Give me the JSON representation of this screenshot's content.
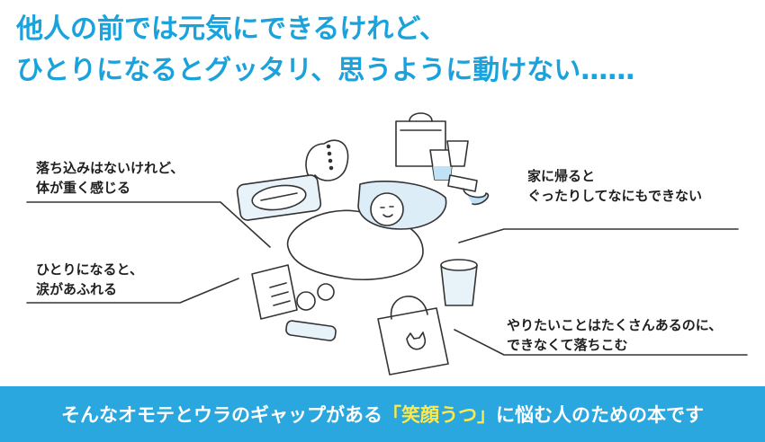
{
  "headline": {
    "line1": "他人の前では元気にできるけれど、",
    "line2": "ひとりになるとグッタリ、思うように動けない……"
  },
  "captions": {
    "top_left": [
      "落ち込みはないけれど、",
      "体が重く感じる"
    ],
    "mid_left": [
      "ひとりになると、",
      "涙があふれる"
    ],
    "top_right": [
      "家に帰ると",
      "ぐったりしてなにもできない"
    ],
    "bottom_right": [
      "やりたいことはたくさんあるのに、",
      "できなくて落ちこむ"
    ]
  },
  "banner": {
    "before": "そんなオモテとウラのギャップがある",
    "highlight": "「笑顔うつ」",
    "after": "に悩む人のための本です"
  },
  "colors": {
    "accent": "#1aa2dc",
    "banner_bg": "#2aa7de",
    "highlight": "#ffe84a",
    "pale_blue": "#cfe9f7"
  }
}
